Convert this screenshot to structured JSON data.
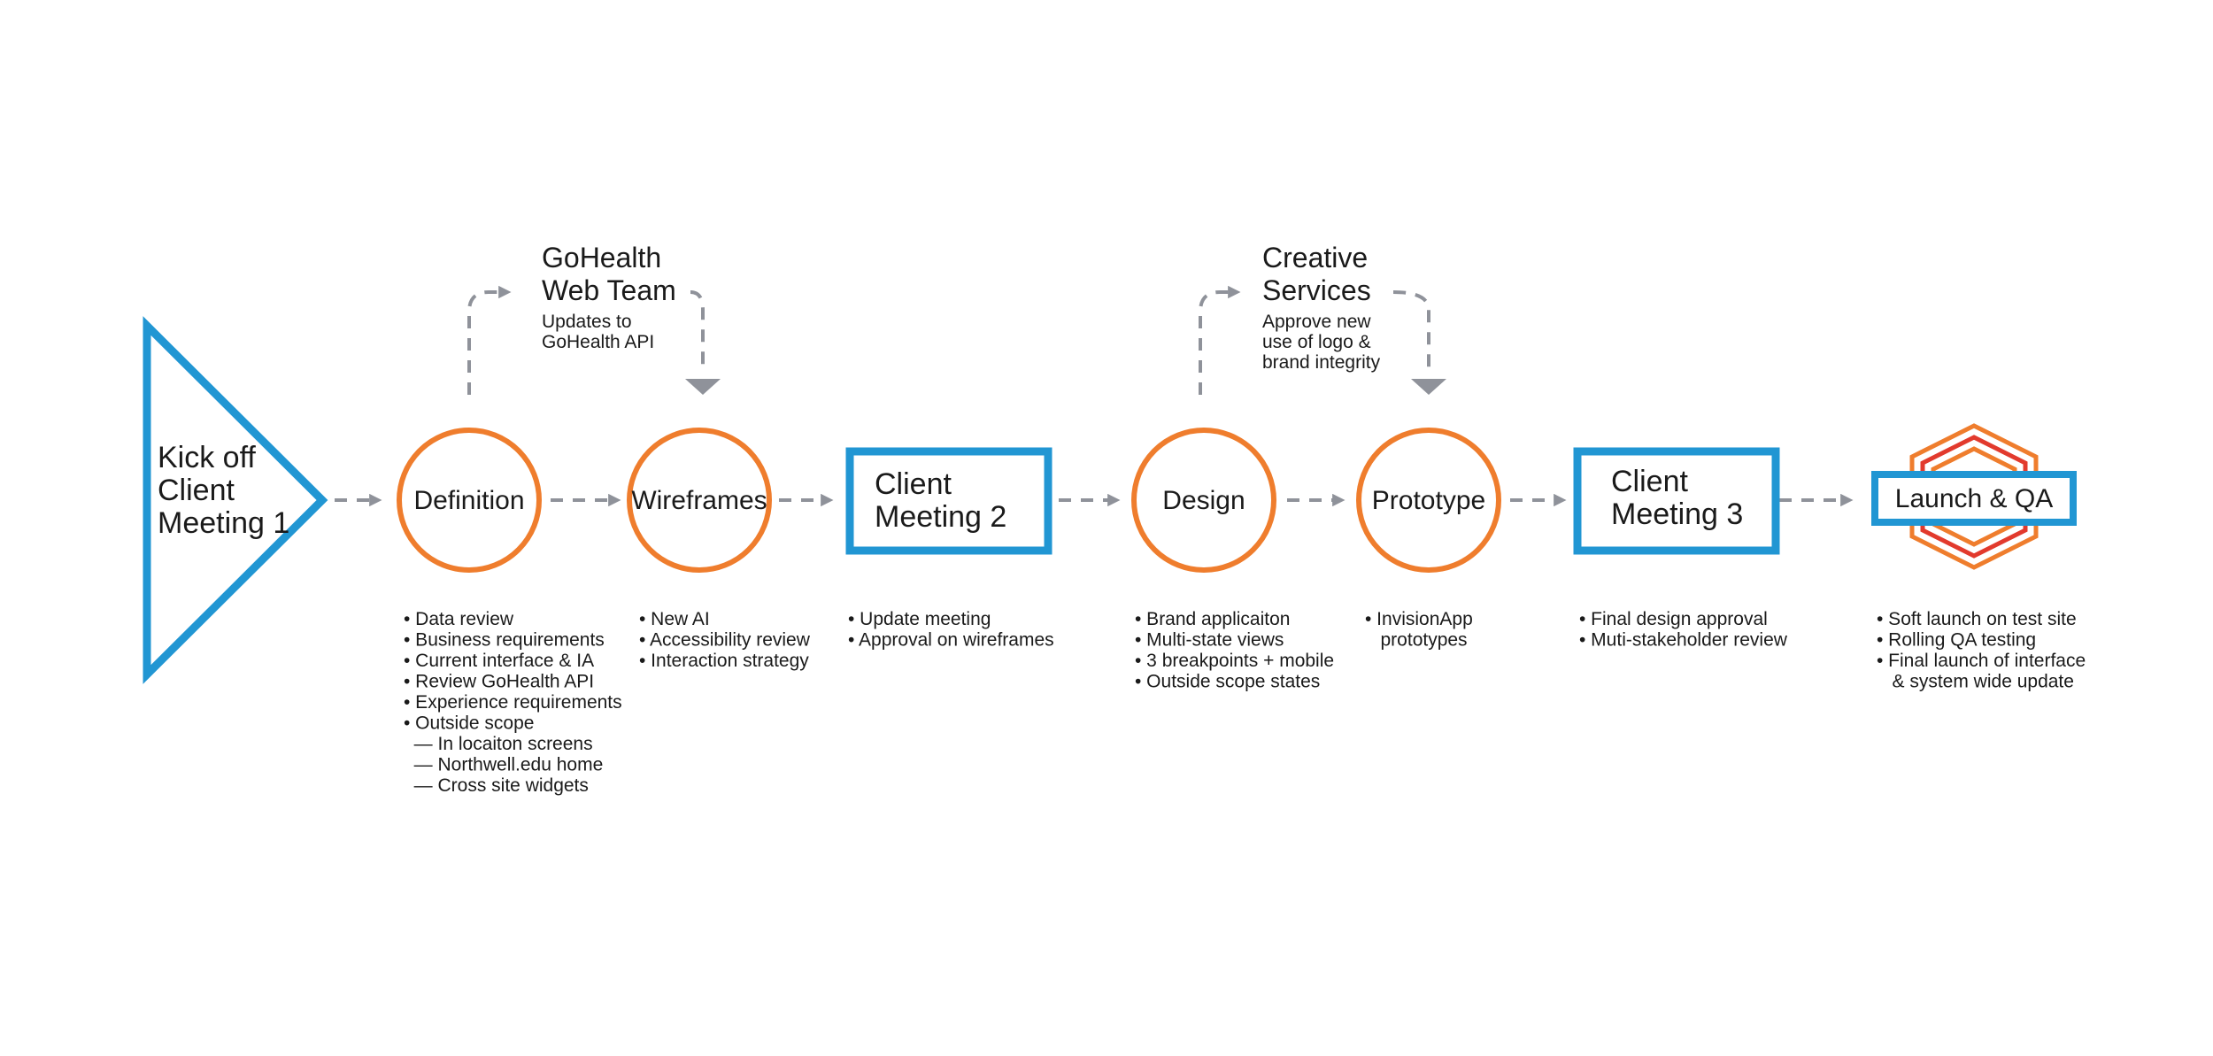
{
  "colors": {
    "blue": "#2196d3",
    "orange": "#ef7d2d",
    "red": "#e23a2d",
    "arrow": "#8f929a",
    "text": "#1a1a1a"
  },
  "nodes": {
    "kickoff": {
      "label": [
        "Kick off",
        "Client",
        "Meeting 1"
      ]
    },
    "definition": {
      "label": [
        "Definition"
      ],
      "bullets": [
        "• Data review",
        "• Business requirements",
        "• Current interface & IA",
        "• Review GoHealth API",
        "• Experience requirements",
        "• Outside scope",
        "  — In locaiton screens",
        "  — Northwell.edu home",
        "  — Cross site widgets"
      ]
    },
    "wireframes": {
      "label": [
        "Wireframes"
      ],
      "bullets": [
        "• New AI",
        "• Accessibility review",
        "• Interaction strategy"
      ]
    },
    "meeting2": {
      "label": [
        "Client",
        "Meeting 2"
      ],
      "bullets": [
        "• Update meeting",
        "• Approval on wireframes"
      ]
    },
    "design": {
      "label": [
        "Design"
      ],
      "bullets": [
        "• Brand applicaiton",
        "• Multi-state views",
        "• 3 breakpoints + mobile",
        "• Outside scope states"
      ]
    },
    "prototype": {
      "label": [
        "Prototype"
      ],
      "bullets": [
        "• InvisionApp",
        "   prototypes"
      ]
    },
    "meeting3": {
      "label": [
        "Client",
        "Meeting 3"
      ],
      "bullets": [
        "• Final design approval",
        "• Muti-stakeholder review"
      ]
    },
    "launch": {
      "label": [
        "Launch & QA"
      ],
      "bullets": [
        "• Soft launch on test site",
        "• Rolling QA testing",
        "• Final launch of interface",
        "   & system wide update"
      ]
    }
  },
  "side_branches": {
    "gohealth": {
      "title": [
        "GoHealth",
        "Web Team"
      ],
      "subtitle": [
        "Updates to",
        "GoHealth API"
      ]
    },
    "creative": {
      "title": [
        "Creative",
        "Services"
      ],
      "subtitle": [
        "Approve new",
        "use of logo &",
        "brand integrity"
      ]
    }
  }
}
